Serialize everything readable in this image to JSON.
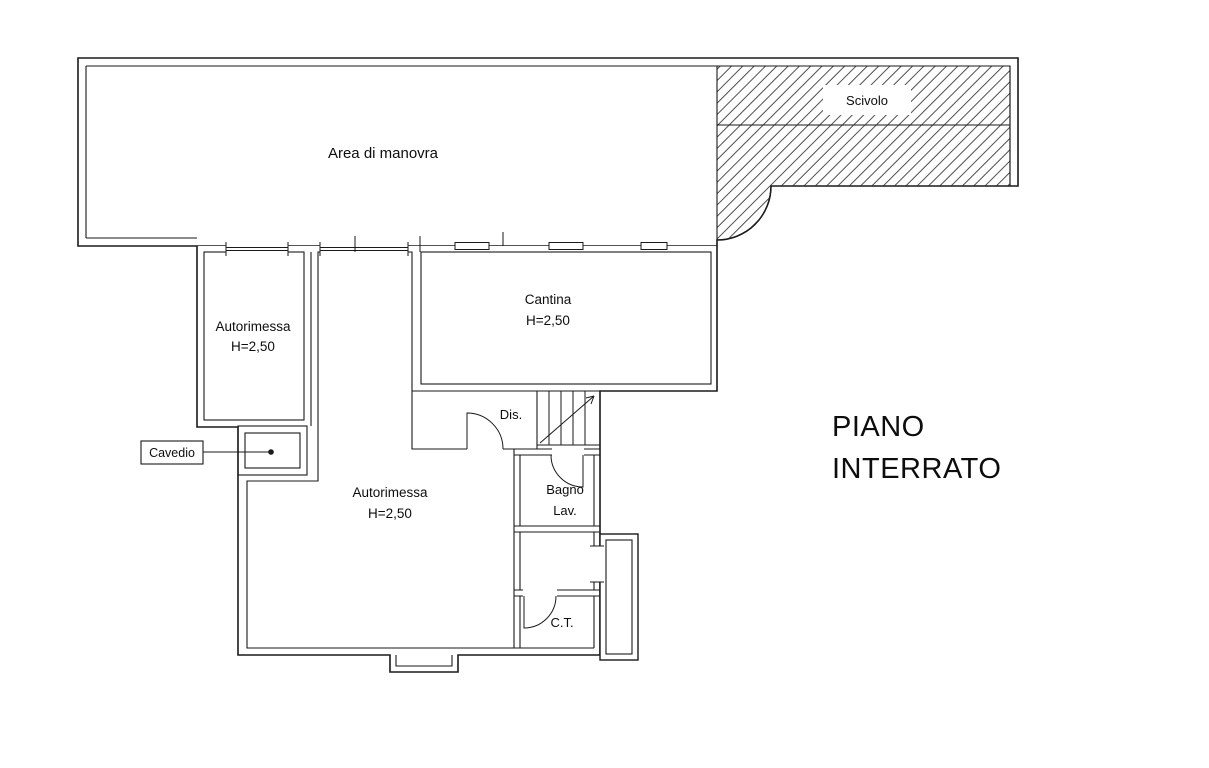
{
  "title": {
    "line1": "PIANO",
    "line2": "INTERRATO"
  },
  "rooms": {
    "area_manovra": {
      "label": "Area di manovra"
    },
    "scivolo": {
      "label": "Scivolo"
    },
    "autorimessa_small": {
      "label": "Autorimessa",
      "height": "H=2,50"
    },
    "cantina": {
      "label": "Cantina",
      "height": "H=2,50"
    },
    "autorimessa_large": {
      "label": "Autorimessa",
      "height": "H=2,50"
    },
    "dis": {
      "label": "Dis."
    },
    "bagno": {
      "label": "Bagno",
      "sublabel": "Lav."
    },
    "ct": {
      "label": "C.T."
    },
    "cavedio": {
      "label": "Cavedio"
    }
  },
  "colors": {
    "line": "#1a1a1a",
    "background": "#ffffff",
    "text": "#0d0d0d"
  }
}
